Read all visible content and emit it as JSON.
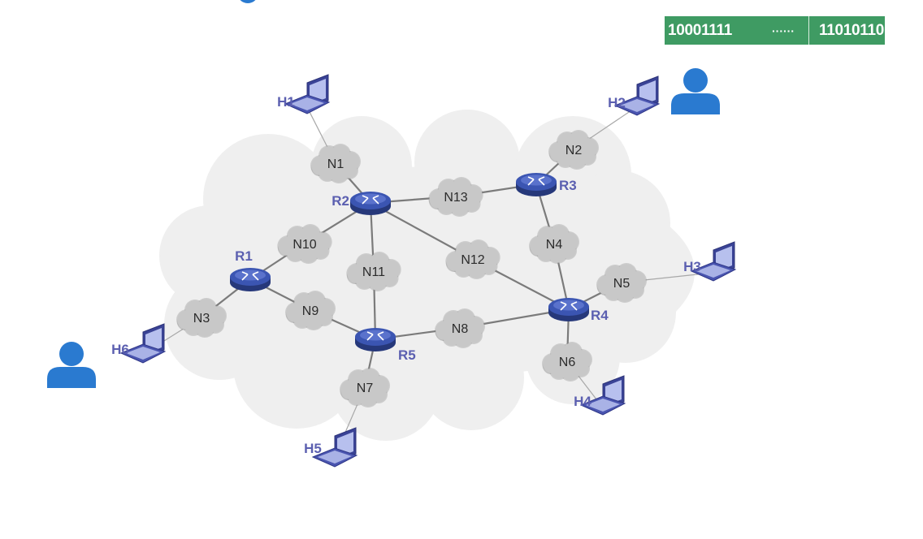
{
  "bit_stream": {
    "left": "10001111",
    "dots": "······",
    "right": "11010110"
  },
  "colors": {
    "router": "#3b55b2",
    "host": "#4a55b0",
    "user": "#2a7ad0",
    "link": "#7b7b7b",
    "bitbar": "#3f9b63",
    "network_cloud": "#c8c8c8",
    "background_cloud": "#efefef"
  },
  "routers": [
    {
      "id": "R1",
      "label": "R1",
      "icon": "router-icon"
    },
    {
      "id": "R2",
      "label": "R2",
      "icon": "router-icon"
    },
    {
      "id": "R3",
      "label": "R3",
      "icon": "router-icon"
    },
    {
      "id": "R4",
      "label": "R4",
      "icon": "router-icon"
    },
    {
      "id": "R5",
      "label": "R5",
      "icon": "router-icon"
    }
  ],
  "networks": [
    {
      "id": "N1",
      "label": "N1"
    },
    {
      "id": "N2",
      "label": "N2"
    },
    {
      "id": "N3",
      "label": "N3"
    },
    {
      "id": "N4",
      "label": "N4"
    },
    {
      "id": "N5",
      "label": "N5"
    },
    {
      "id": "N6",
      "label": "N6"
    },
    {
      "id": "N7",
      "label": "N7"
    },
    {
      "id": "N8",
      "label": "N8"
    },
    {
      "id": "N9",
      "label": "N9"
    },
    {
      "id": "N10",
      "label": "N10"
    },
    {
      "id": "N11",
      "label": "N11"
    },
    {
      "id": "N12",
      "label": "N12"
    },
    {
      "id": "N13",
      "label": "N13"
    }
  ],
  "hosts": [
    {
      "id": "H1",
      "label": "H1",
      "icon": "laptop-icon"
    },
    {
      "id": "H2",
      "label": "H2",
      "icon": "laptop-icon"
    },
    {
      "id": "H3",
      "label": "H3",
      "icon": "laptop-icon"
    },
    {
      "id": "H4",
      "label": "H4",
      "icon": "laptop-icon"
    },
    {
      "id": "H5",
      "label": "H5",
      "icon": "laptop-icon"
    },
    {
      "id": "H6",
      "label": "H6",
      "icon": "laptop-icon"
    }
  ],
  "users": [
    {
      "id": "user-top-right",
      "icon": "user-icon"
    },
    {
      "id": "user-left",
      "icon": "user-icon"
    }
  ],
  "links": [
    [
      "H1",
      "N1"
    ],
    [
      "N1",
      "R2"
    ],
    [
      "R2",
      "N13"
    ],
    [
      "N13",
      "R3"
    ],
    [
      "R3",
      "N2"
    ],
    [
      "N2",
      "H2"
    ],
    [
      "R2",
      "N10"
    ],
    [
      "N10",
      "R1"
    ],
    [
      "R2",
      "N11"
    ],
    [
      "N11",
      "R5"
    ],
    [
      "R2",
      "N12"
    ],
    [
      "N12",
      "R4"
    ],
    [
      "R3",
      "N4"
    ],
    [
      "N4",
      "R4"
    ],
    [
      "R4",
      "N5"
    ],
    [
      "N5",
      "H3"
    ],
    [
      "R4",
      "N6"
    ],
    [
      "N6",
      "H4"
    ],
    [
      "R4",
      "N8"
    ],
    [
      "N8",
      "R5"
    ],
    [
      "R1",
      "N9"
    ],
    [
      "N9",
      "R5"
    ],
    [
      "R1",
      "N3"
    ],
    [
      "N3",
      "H6"
    ],
    [
      "R5",
      "N7"
    ],
    [
      "N7",
      "H5"
    ]
  ]
}
